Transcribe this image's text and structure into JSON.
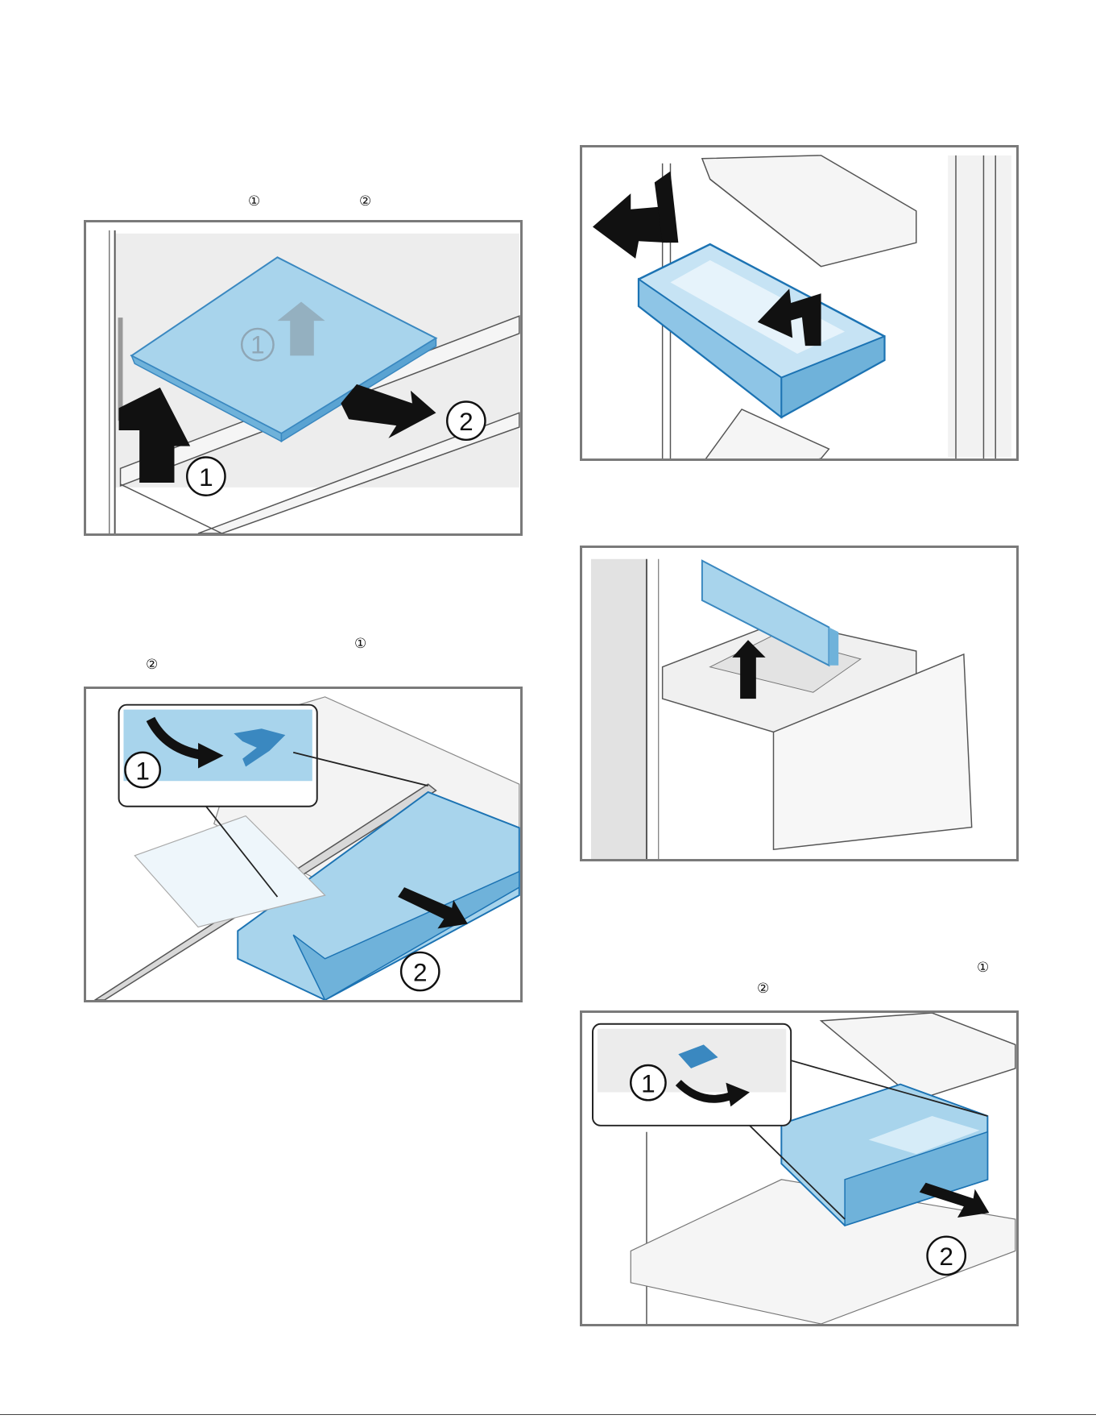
{
  "colors": {
    "frame_border": "#7a7a7a",
    "part_blue": "#a8d4ec",
    "part_blue_dark": "#3a88c0",
    "wall_grey": "#ececec",
    "arrow_black": "#111111"
  },
  "text_markers": {
    "fig1_step1": "①",
    "fig1_step2": "②",
    "fig2_step1": "①",
    "fig2_step2": "②",
    "fig6_step1": "①",
    "fig6_step2": "②"
  },
  "figures": {
    "shelf_removal": {
      "callout_1": "1",
      "callout_1_ghost": "1",
      "callout_2": "2"
    },
    "drawer_pull": {},
    "glass_shelf_lever": {
      "callout_1": "1",
      "callout_2": "2"
    },
    "divider_lift": {},
    "crisper_drawer": {
      "callout_1": "1",
      "callout_2": "2"
    }
  },
  "icons": {
    "up_arrow": "up-arrow-icon",
    "pull_arrow": "pull-arrow-icon",
    "curved_arrow": "curved-arrow-icon"
  }
}
